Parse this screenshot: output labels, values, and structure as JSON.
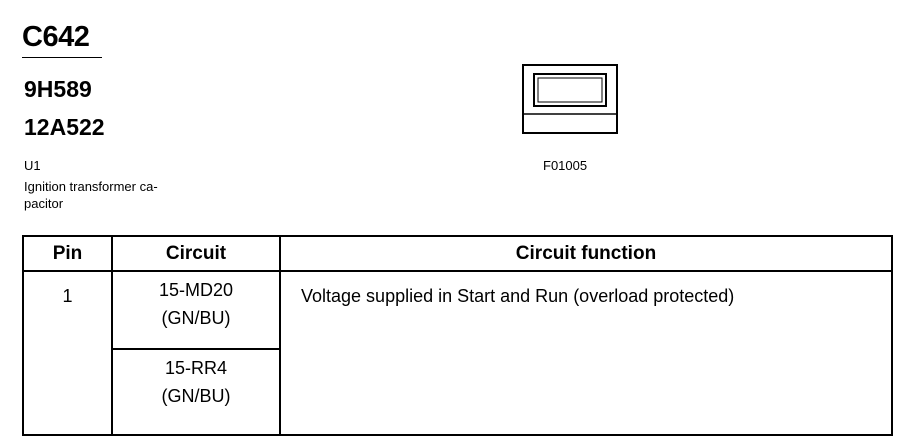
{
  "header": {
    "connector_id": "C642",
    "part_numbers": [
      "9H589",
      "12A522"
    ],
    "location_code": "U1",
    "component_description": "Ignition transformer ca-\npacitor"
  },
  "figure": {
    "reference": "F01005",
    "icon": "connector-face-icon"
  },
  "table": {
    "headers": {
      "pin": "Pin",
      "circuit": "Circuit",
      "function": "Circuit function"
    },
    "rows": [
      {
        "pin": "1",
        "circuits": [
          {
            "code": "15-MD20",
            "color": "(GN/BU)"
          },
          {
            "code": "15-RR4",
            "color": "(GN/BU)"
          }
        ],
        "function": "Voltage supplied in Start and Run (overload protected)"
      }
    ]
  }
}
